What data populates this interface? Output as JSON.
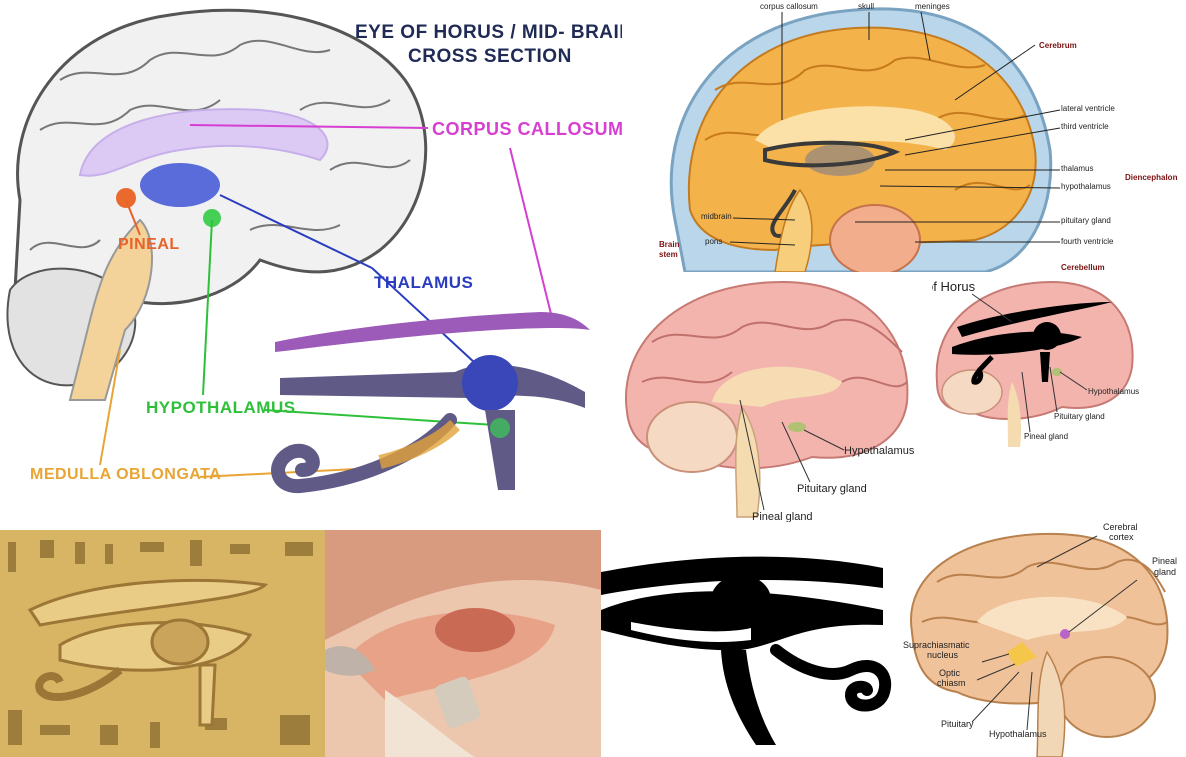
{
  "panel1": {
    "title_line1": "EYE OF HORUS / MID- BRAIN",
    "title_line2": "CROSS SECTION",
    "labels": {
      "corpus_callosum": "CORPUS CALLOSUM",
      "pineal": "PINEAL",
      "thalamus": "THALAMUS",
      "hypothalamus": "HYPOTHALAMUS",
      "medulla_oblongata": "MEDULLA OBLONGATA"
    },
    "colors": {
      "title": "#1f2a55",
      "corpus_callosum": "#d63fd1",
      "pineal": "#e8622a",
      "thalamus": "#2a3cc0",
      "hypothalamus": "#2fc03a",
      "medulla": "#e8a535",
      "eye_brow": "#9c5bb8",
      "eye_body": "#5f5a86"
    }
  },
  "panel2": {
    "labels_top": {
      "corpus_callosum": "corpus callosum",
      "skull": "skull",
      "meninges": "meninges"
    },
    "labels_right": {
      "cerebrum": "Cerebrum",
      "lateral_ventricle": "lateral ventricle",
      "third_ventricle": "third ventricle",
      "thalamus": "thalamus",
      "diencephalon": "Diencephalon",
      "hypothalamus": "hypothalamus",
      "pituitary_gland": "pituitary gland",
      "fourth_ventricle": "fourth ventricle",
      "cerebellum": "Cerebellum"
    },
    "labels_left": {
      "midbrain": "midbrain",
      "pons": "pons",
      "brain_stem_1": "Brain",
      "brain_stem_2": "stem"
    }
  },
  "panel3": {
    "hypothalamus": "Hypothalamus",
    "pituitary_gland": "Pituitary gland",
    "pineal_gland": "Pineal gland"
  },
  "panel4": {
    "title": "Eye of Horus",
    "hypothalamus": "Hypothalamus",
    "pituitary_gland": "Pituitary gland",
    "pineal_gland": "Pineal gland"
  },
  "panel8": {
    "cerebral_1": "Cerebral",
    "cerebral_2": "cortex",
    "pineal_1": "Pineal",
    "pineal_2": "gland",
    "suprachiasmatic_1": "Suprachiasmatic",
    "suprachiasmatic_2": "nucleus",
    "optic_1": "Optic",
    "optic_2": "chiasm",
    "pituitary": "Pituitary",
    "hypothalamus": "Hypothalamus"
  }
}
